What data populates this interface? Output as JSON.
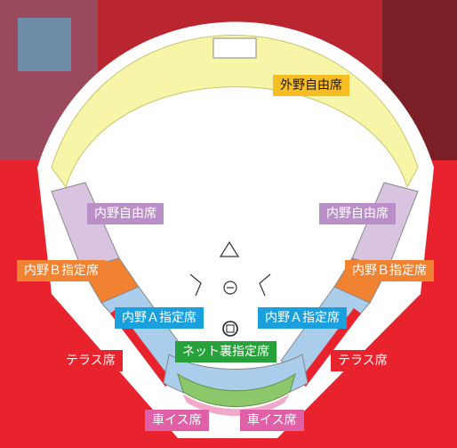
{
  "sections": {
    "outfield_free": "外野自由席",
    "infield_free_left": "内野自由席",
    "infield_free_right": "内野自由席",
    "infield_b_left": "内野Ｂ指定席",
    "infield_b_right": "内野Ｂ指定席",
    "infield_a_left": "内野Ａ指定席",
    "infield_a_right": "内野Ａ指定席",
    "net_back": "ネット裏指定席",
    "terrace_left": "テラス席",
    "terrace_right": "テラス席",
    "wheelchair_left": "車イス席",
    "wheelchair_right": "車イス席"
  },
  "colors": {
    "outfield": "#f6f5a8",
    "infield_free": "#d8c4e0",
    "infield_b": "#f08232",
    "infield_a": "#aacdec",
    "net_back": "#8cc76b",
    "terrace": "#e8232d",
    "wheelchair": "#f2a8c8",
    "background": "#e8232d"
  }
}
